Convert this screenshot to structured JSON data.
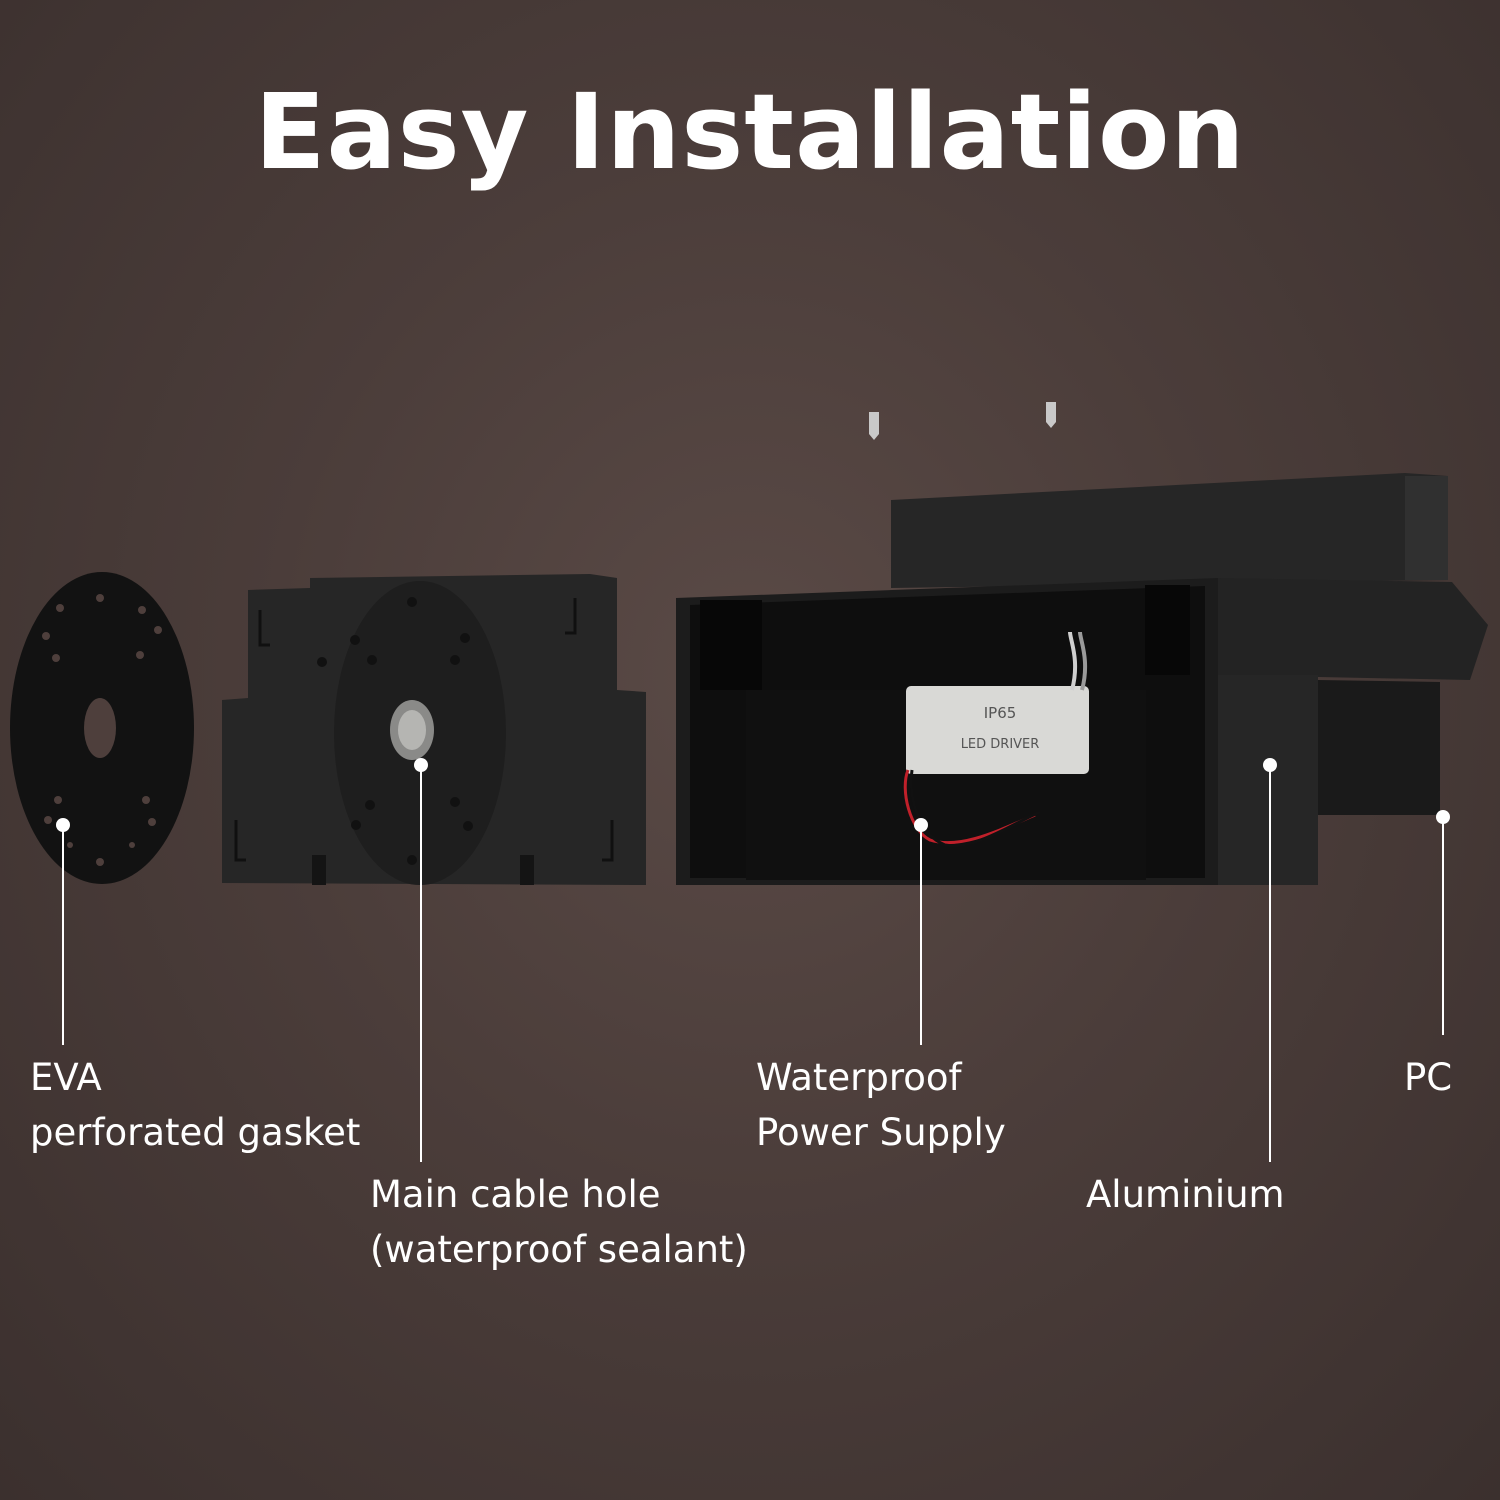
{
  "title": "Easy Installation",
  "labels": {
    "eva": {
      "line1": "EVA",
      "line2": "perforated gasket"
    },
    "cable": {
      "line1": "Main cable hole",
      "line2": "(waterproof sealant)"
    },
    "power": {
      "line1": "Waterproof",
      "line2": "Power Supply"
    },
    "aluminium": {
      "line1": "Aluminium"
    },
    "pc": {
      "line1": "PC"
    }
  },
  "driver_text": {
    "line1": "LED DRIVER",
    "line2": "IP65"
  },
  "colors": {
    "background": "#4b3d3a",
    "part": "#2a2a2a",
    "part_dark": "#141414",
    "text": "#ffffff",
    "driver": "#d9d9d6"
  }
}
